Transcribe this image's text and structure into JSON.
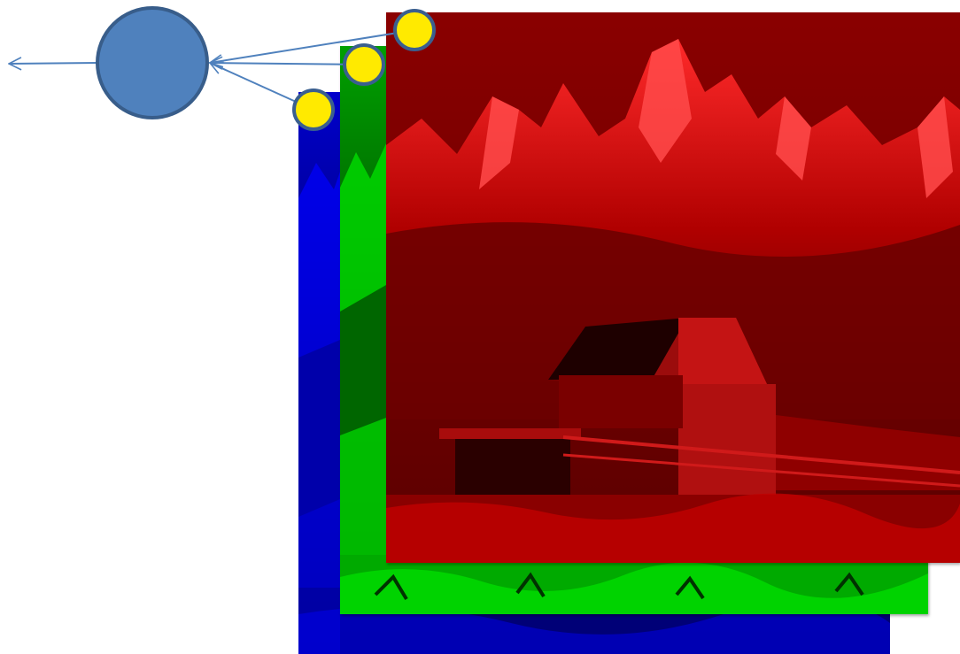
{
  "diagram": {
    "channels": [
      {
        "name": "blue",
        "color": "#0000ff",
        "dark": "#000033"
      },
      {
        "name": "green",
        "color": "#00c000",
        "dark": "#002200"
      },
      {
        "name": "red",
        "color": "#ff0000",
        "dark": "#330000"
      }
    ],
    "input_node_color": "#ffea00",
    "input_node_stroke": "#3a5f8f",
    "neuron_color": "#4f81bd",
    "neuron_stroke": "#385d8a",
    "connection_color": "#4f81bd"
  }
}
